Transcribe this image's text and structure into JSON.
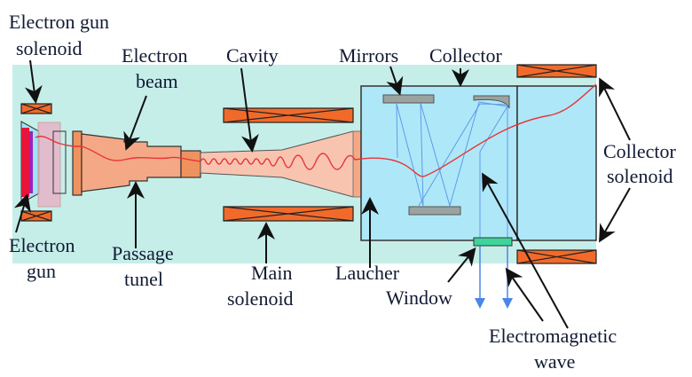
{
  "labels": {
    "electron_gun_solenoid": [
      "Electron gun",
      "solenoid"
    ],
    "electron_beam": [
      "Electron",
      "beam"
    ],
    "cavity": "Cavity",
    "mirrors": "Mirrors",
    "collector": "Collector",
    "collector_solenoid": [
      "Collector",
      "solenoid"
    ],
    "electron_gun": [
      "Electron",
      "gun"
    ],
    "passage_tunnel": [
      "Passage",
      "tunel"
    ],
    "main_solenoid": [
      "Main",
      "solenoid"
    ],
    "launcher": "Laucher",
    "window": "Window",
    "electromagnetic_wave": [
      "Electromagnetic",
      "wave"
    ]
  },
  "colors": {
    "background": "#c6eee9",
    "solenoid": "#f26a2a",
    "tube": "#f5a886",
    "collector": "#aee8f8",
    "beam": "#e8353a",
    "window": "#3fd49a",
    "mirror": "#9aa3a0",
    "wave": "#4a86e8"
  }
}
